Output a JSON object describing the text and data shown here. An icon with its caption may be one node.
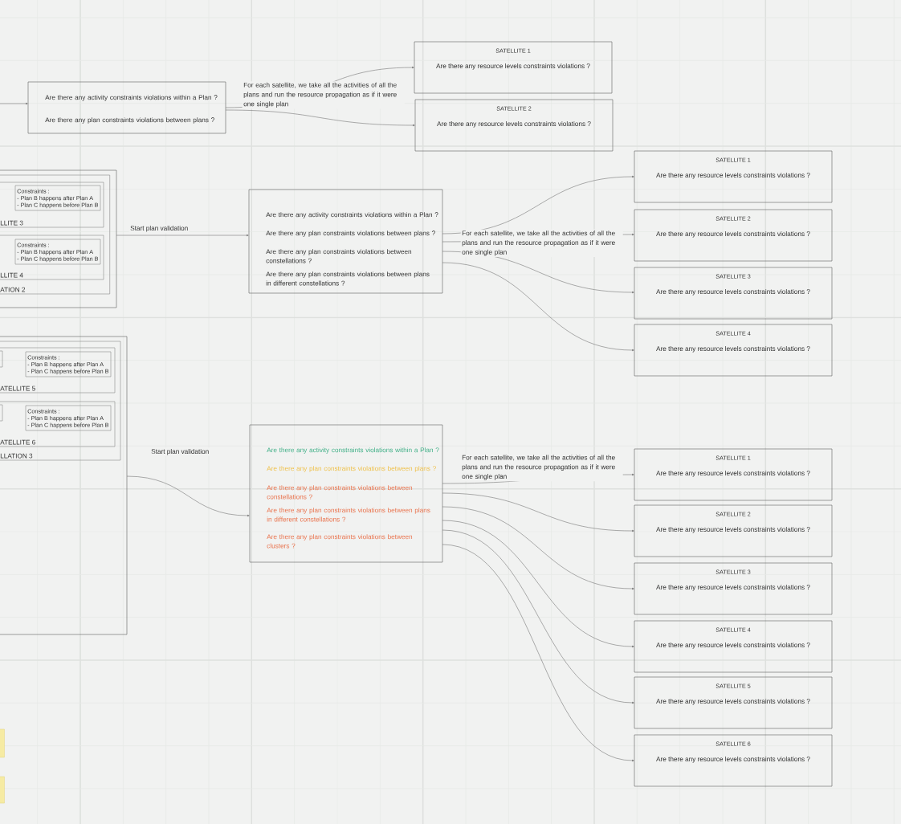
{
  "diagram": {
    "nodes": [
      {
        "text": [
          "Are there any activity constraints violations within a Plan ?",
          "Are there any plan constraints violations between plans ?"
        ]
      },
      {
        "text": [
          "SATELLITE 1",
          "Are there any resource levels constraints violations ?"
        ]
      },
      {
        "text": [
          "SATELLITE 2",
          "Are there any resource levels constraints violations ?"
        ]
      },
      {
        "text": [],
        "shape": "box"
      },
      {
        "text": [
          "ATION 2"
        ],
        "in": 3
      },
      {
        "text": [
          "LLITE 3"
        ],
        "in": 4
      },
      {
        "text": [
          "Constraints :",
          "- Plan B happens after Plan A",
          "- Plan C happens before Plan B"
        ],
        "in": 5
      },
      {
        "text": [
          "LLITE 4"
        ],
        "in": 4
      },
      {
        "text": [
          "Constraints :",
          "- Plan B happens after Plan A",
          "- Plan C happens before Plan B"
        ],
        "in": 7
      },
      {
        "text": [
          "Are there any activity constraints violations within a Plan ?",
          "Are there any plan constraints violations between plans ?",
          "Are there any plan constraints violations between constellations ?",
          "Are there any plan constraints violations between plans in different constellations ?"
        ]
      },
      {
        "text": [
          "SATELLITE 1",
          "Are there any resource levels constraints violations ?"
        ]
      },
      {
        "text": [
          "SATELLITE 2",
          "Are there any resource levels constraints violations ?"
        ]
      },
      {
        "text": [
          "SATELLITE 3",
          "Are there any resource levels constraints violations ?"
        ]
      },
      {
        "text": [
          "SATELLITE 4",
          "Are there any resource levels constraints violations ?"
        ]
      },
      {
        "text": [],
        "shape": "box"
      },
      {
        "text": [
          "LLATION 3"
        ],
        "in": 14
      },
      {
        "text": [
          "ATELLITE 5"
        ],
        "in": 15
      },
      {
        "text": [],
        "shape": "box",
        "in": 16
      },
      {
        "text": [
          "Constraints :",
          "- Plan B happens after Plan A",
          "- Plan C happens before Plan B"
        ],
        "in": 16
      },
      {
        "text": [
          "ATELLITE 6"
        ],
        "in": 15
      },
      {
        "text": [],
        "shape": "box",
        "in": 19
      },
      {
        "text": [
          "Constraints :",
          "- Plan B happens after Plan A",
          "- Plan C happens before Plan B"
        ],
        "in": 19
      },
      {
        "text": [
          "Are there any activity constraints violations within a Plan ?",
          "Are there any plan constraints violations between plans ?",
          "Are there any plan constraints violations between constellations ?",
          "Are there any plan constraints violations between plans in different constellations ?",
          "Are there any plan constraints violations between clusters ?"
        ]
      },
      {
        "text": [
          "SATELLITE 1",
          "Are there any resource levels constraints violations ?"
        ]
      },
      {
        "text": [
          "SATELLITE 2",
          "Are there any resource levels constraints violations ?"
        ]
      },
      {
        "text": [
          "SATELLITE 3",
          "Are there any resource levels constraints violations ?"
        ]
      },
      {
        "text": [
          "SATELLITE 4",
          "Are there any resource levels constraints violations ?"
        ]
      },
      {
        "text": [
          "SATELLITE 5",
          "Are there any resource levels constraints violations ?"
        ]
      },
      {
        "text": [
          "SATELLITE 6",
          "Are there any resource levels constraints violations ?"
        ]
      },
      {
        "text": [],
        "shape": "box"
      },
      {
        "text": [],
        "shape": "box"
      }
    ],
    "edges": [
      {
        "from": null,
        "to": 0,
        "arrow": "to"
      },
      {
        "from": 0,
        "to": 1,
        "arrow": "to",
        "label": "For each satellite, we take all the activities of all the plans and run the resource propagation as if it were one single plan"
      },
      {
        "from": 0,
        "to": 2,
        "arrow": "to"
      },
      {
        "from": 3,
        "to": 9,
        "arrow": "to",
        "label": "Start plan validation"
      },
      {
        "from": 9,
        "to": 10,
        "arrow": "to"
      },
      {
        "from": 9,
        "to": 11,
        "arrow": "to",
        "label": "For each satellite, we take all the activities of all the plans and run the resource propagation as if it were one single plan"
      },
      {
        "from": 9,
        "to": 12,
        "arrow": "to"
      },
      {
        "from": 9,
        "to": 13,
        "arrow": "to"
      },
      {
        "from": 14,
        "to": 22,
        "arrow": "to",
        "label": "Start plan validation"
      },
      {
        "from": 22,
        "to": 23,
        "arrow": "to",
        "label": "For each satellite, we take all the activities of all the plans and run the resource propagation as if it were one single plan"
      },
      {
        "from": 22,
        "to": 24,
        "arrow": "to"
      },
      {
        "from": 22,
        "to": 25,
        "arrow": "to"
      },
      {
        "from": 22,
        "to": 26,
        "arrow": "to"
      },
      {
        "from": 22,
        "to": 27,
        "arrow": "to"
      },
      {
        "from": 22,
        "to": 28,
        "arrow": "to"
      }
    ]
  }
}
